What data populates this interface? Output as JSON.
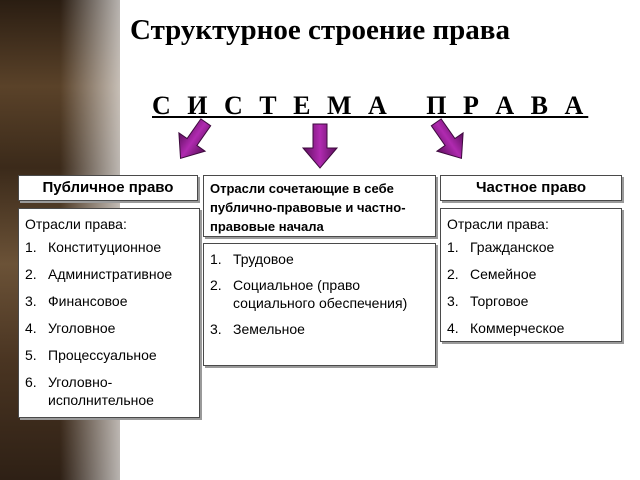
{
  "title": "Структурное строение права",
  "system_heading": "С И С Т Е М А   П Р А В А",
  "colors": {
    "arrow": "#8b1a8b",
    "border": "#4a4a4a",
    "shadow": "#9a9a9a"
  },
  "public": {
    "heading": "Публичное право",
    "caption": "Отрасли права:",
    "items": [
      "Конституционное",
      "Административное",
      "Финансовое",
      "Уголовное",
      "Процессуальное",
      "Уголовно-исполнительное"
    ]
  },
  "mixed": {
    "heading": "Отрасли сочетающие в себе публично-правовые и частно-правовые начала",
    "items": [
      "Трудовое",
      "Социальное (право социального обеспечения)",
      "Земельное"
    ]
  },
  "private": {
    "heading": "Частное право",
    "caption": "Отрасли права:",
    "items": [
      "Гражданское",
      "Семейное",
      "Торговое",
      "Коммерческое"
    ]
  }
}
